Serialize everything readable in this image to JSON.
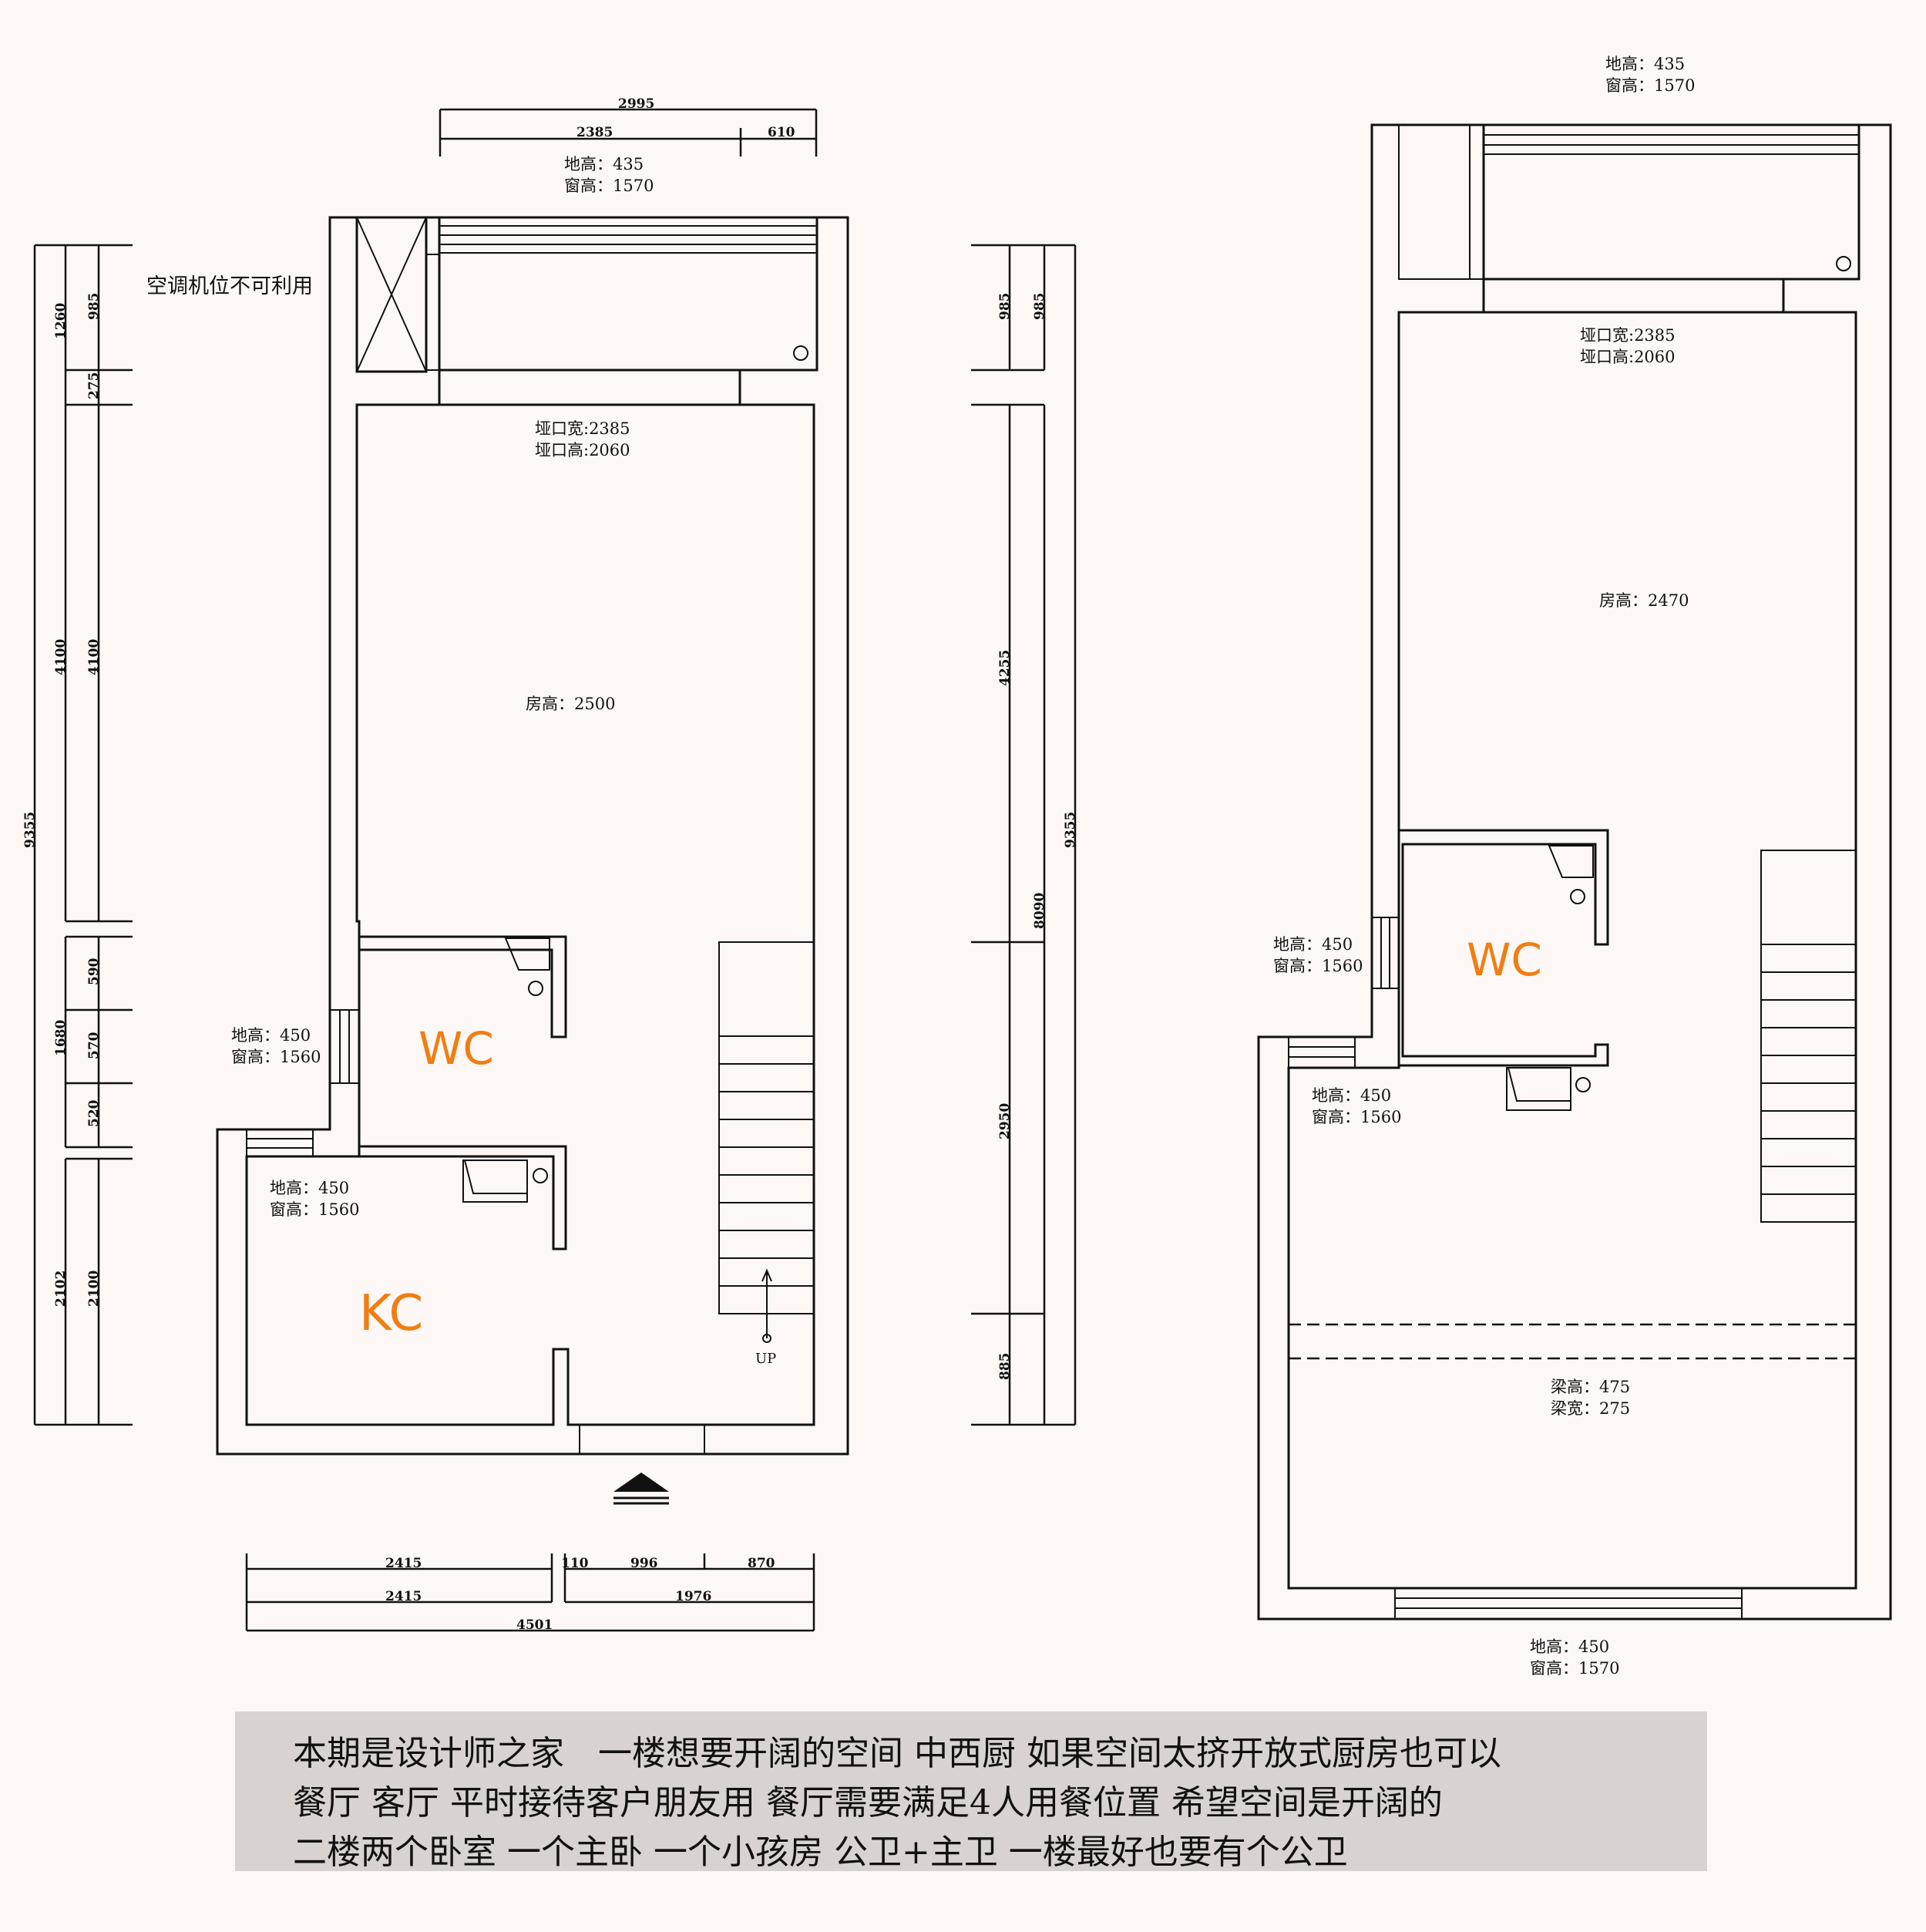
{
  "left_plan": {
    "dim_top_total": "2995",
    "dim_top_a": "2385",
    "dim_top_b": "610",
    "window_top_ground": "地高：435",
    "window_top_height": "窗高：1570",
    "ac_note": "空调机位不可利用",
    "opening_width": "垭口宽:2385",
    "opening_height": "垭口高:2060",
    "room_height": "房高：2500",
    "wc_label": "WC",
    "kc_label": "KC",
    "window_left_ground": "地高：450",
    "window_left_height": "窗高：1560",
    "window_kc_ground": "地高：450",
    "window_kc_height": "窗高：1560",
    "up_label": "UP",
    "dims_left": {
      "total": "9355",
      "a": "1260",
      "a1": "985",
      "a2": "275",
      "b": "4100",
      "b1": "4100",
      "c": "1680",
      "c1": "590",
      "c2": "570",
      "c3": "520",
      "d": "2102",
      "d1": "2100"
    },
    "dims_right": {
      "total": "9355",
      "a": "985",
      "a1": "985",
      "b": "4255",
      "c": "8090",
      "d": "2950",
      "e": "885"
    },
    "dims_bottom": {
      "r1a": "2415",
      "r1b": "110",
      "r1c": "996",
      "r1d": "870",
      "r2a": "2415",
      "r2b": "1976",
      "total": "4501"
    }
  },
  "right_plan": {
    "window_top_ground": "地高：435",
    "window_top_height": "窗高：1570",
    "opening_width": "垭口宽:2385",
    "opening_height": "垭口高:2060",
    "room_height": "房高：2470",
    "wc_label": "WC",
    "window_left_ground": "地高：450",
    "window_left_height": "窗高：1560",
    "window_mid_ground": "地高：450",
    "window_mid_height": "窗高：1560",
    "beam_height": "梁高：475",
    "beam_width": "梁宽：275",
    "window_bottom_ground": "地高：450",
    "window_bottom_height": "窗高：1570"
  },
  "note": {
    "line1": "本期是设计师之家　一楼想要开阔的空间  中西厨  如果空间太挤开放式厨房也可以",
    "line2": "餐厅  客厅  平时接待客户朋友用  餐厅需要满足4人用餐位置  希望空间是开阔的",
    "line3": "二楼两个卧室  一个主卧  一个小孩房  公卫+主卫  一楼最好也要有个公卫"
  },
  "colors": {
    "room_label": "#f07e12",
    "note_bg": "#d8d3d1",
    "background": "#fdf8f6"
  }
}
